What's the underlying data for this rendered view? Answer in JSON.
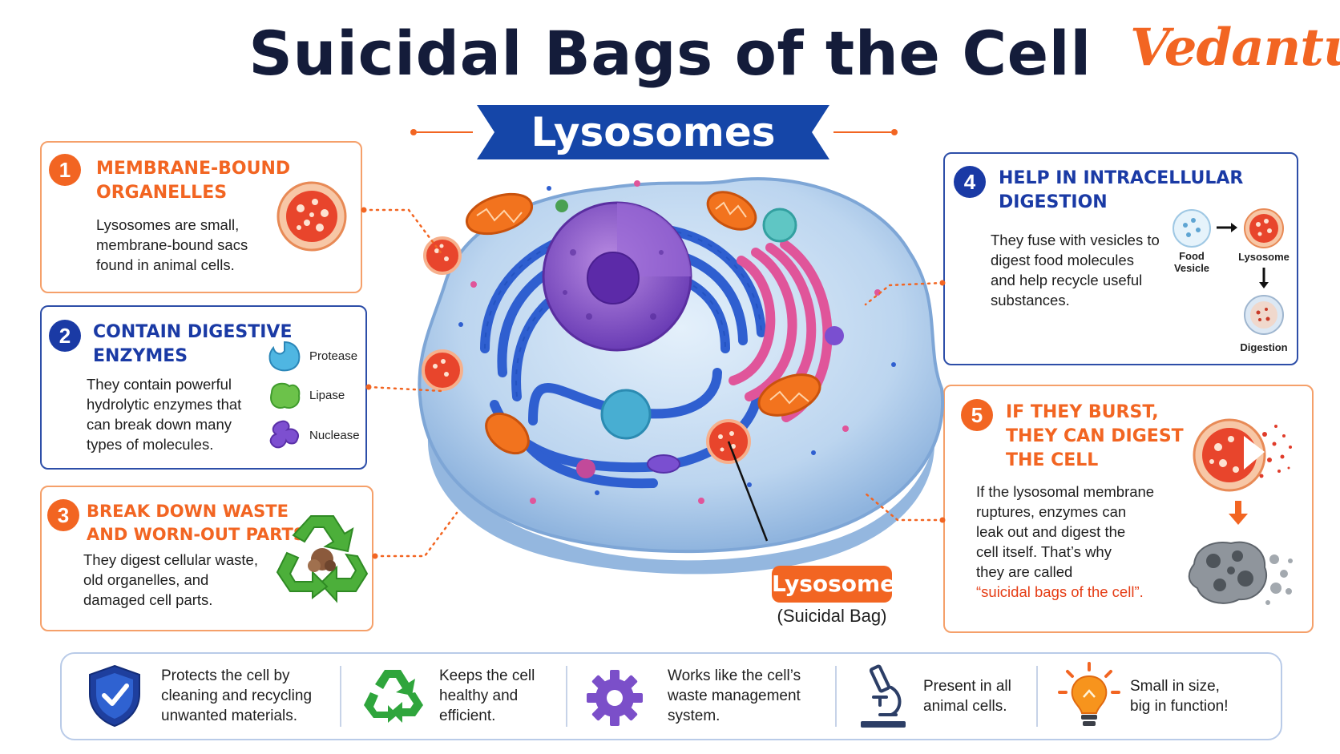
{
  "title": "Suicidal Bags of the Cell",
  "logo": "Vedantu",
  "subtitle": "Lysosomes",
  "colors": {
    "orange": "#f26522",
    "blue": "#1a3aa5",
    "navy": "#141c3a"
  },
  "cards": [
    {
      "number": "1",
      "heading_lines": [
        "MEMBRANE-BOUND",
        "ORGANELLES"
      ],
      "body_lines": [
        "Lysosomes are small,",
        "membrane-bound sacs",
        "found in animal cells."
      ]
    },
    {
      "number": "2",
      "heading_lines": [
        "CONTAIN DIGESTIVE",
        "ENZYMES"
      ],
      "body_lines": [
        "They contain powerful",
        "hydrolytic enzymes that",
        "can break down many",
        "types of molecules."
      ],
      "enzymes": [
        "Protease",
        "Lipase",
        "Nuclease"
      ]
    },
    {
      "number": "3",
      "heading_lines": [
        "BREAK DOWN WASTE",
        "AND WORN-OUT PARTS"
      ],
      "body_lines": [
        "They digest cellular waste,",
        "old organelles, and",
        "damaged cell parts."
      ]
    },
    {
      "number": "4",
      "heading_lines": [
        "HELP IN INTRACELLULAR",
        "DIGESTION"
      ],
      "body_lines": [
        "They fuse with vesicles to",
        "digest food molecules",
        "and help recycle useful",
        "substances."
      ],
      "flow_labels": {
        "food_vesicle": [
          "Food",
          "Vesicle"
        ],
        "lysosome": "Lysosome",
        "digestion": "Digestion"
      }
    },
    {
      "number": "5",
      "heading_lines": [
        "IF THEY BURST,",
        "THEY CAN DIGEST",
        "THE CELL"
      ],
      "body_lines": [
        "If the lysosomal membrane",
        "ruptures, enzymes can",
        "leak out and digest the",
        "cell itself. That’s why",
        "they are called"
      ],
      "highlight": "“suicidal bags of the cell”."
    }
  ],
  "callout": {
    "label": "Lysosome",
    "sublabel": "(Suicidal Bag)"
  },
  "features": [
    {
      "icon": "shield-check-icon",
      "lines": [
        "Protects the cell by",
        "cleaning and recycling",
        "unwanted materials."
      ]
    },
    {
      "icon": "recycle-icon",
      "lines": [
        "Keeps the cell",
        "healthy and",
        "efficient."
      ]
    },
    {
      "icon": "gear-icon",
      "lines": [
        "Works like the cell’s",
        "waste management",
        "system."
      ]
    },
    {
      "icon": "microscope-icon",
      "lines": [
        "Present in all",
        "animal cells."
      ]
    },
    {
      "icon": "lightbulb-icon",
      "lines": [
        "Small in size,",
        "big in function!"
      ]
    }
  ]
}
